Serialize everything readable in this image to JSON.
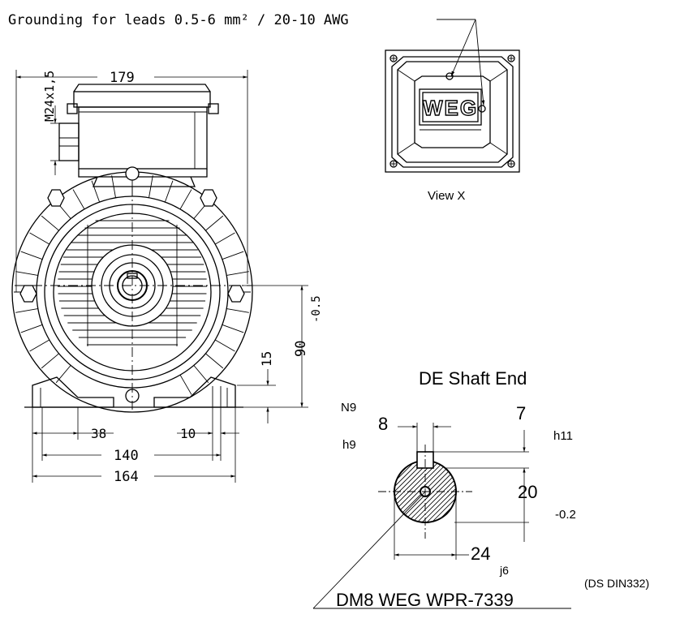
{
  "header": {
    "grounding_note": "Grounding for leads 0.5-6 mm² / 20-10 AWG"
  },
  "front_view": {
    "dim_width_top": "179",
    "dim_thread": "M24x1,5",
    "dim_height_tol": "-0.5",
    "dim_height": "90",
    "dim_foot_height": "15",
    "dim_foot_38": "38",
    "dim_foot_10": "10",
    "dim_foot_140": "140",
    "dim_foot_164": "164"
  },
  "view_x": {
    "label": "View X",
    "logo_text": "WEG"
  },
  "shaft_end": {
    "title": "DE Shaft End",
    "key_tol_top": "N9",
    "key_width": "8",
    "key_tol_bottom": "h9",
    "key_height": "7",
    "key_height_tol": "h11",
    "shaft_height": "20",
    "shaft_height_tol": "-0.2",
    "shaft_dia": "24",
    "shaft_dia_tol": "j6",
    "thread_note": "DM8 WEG WPR-7339",
    "standard_note": "(DS DIN332)"
  }
}
